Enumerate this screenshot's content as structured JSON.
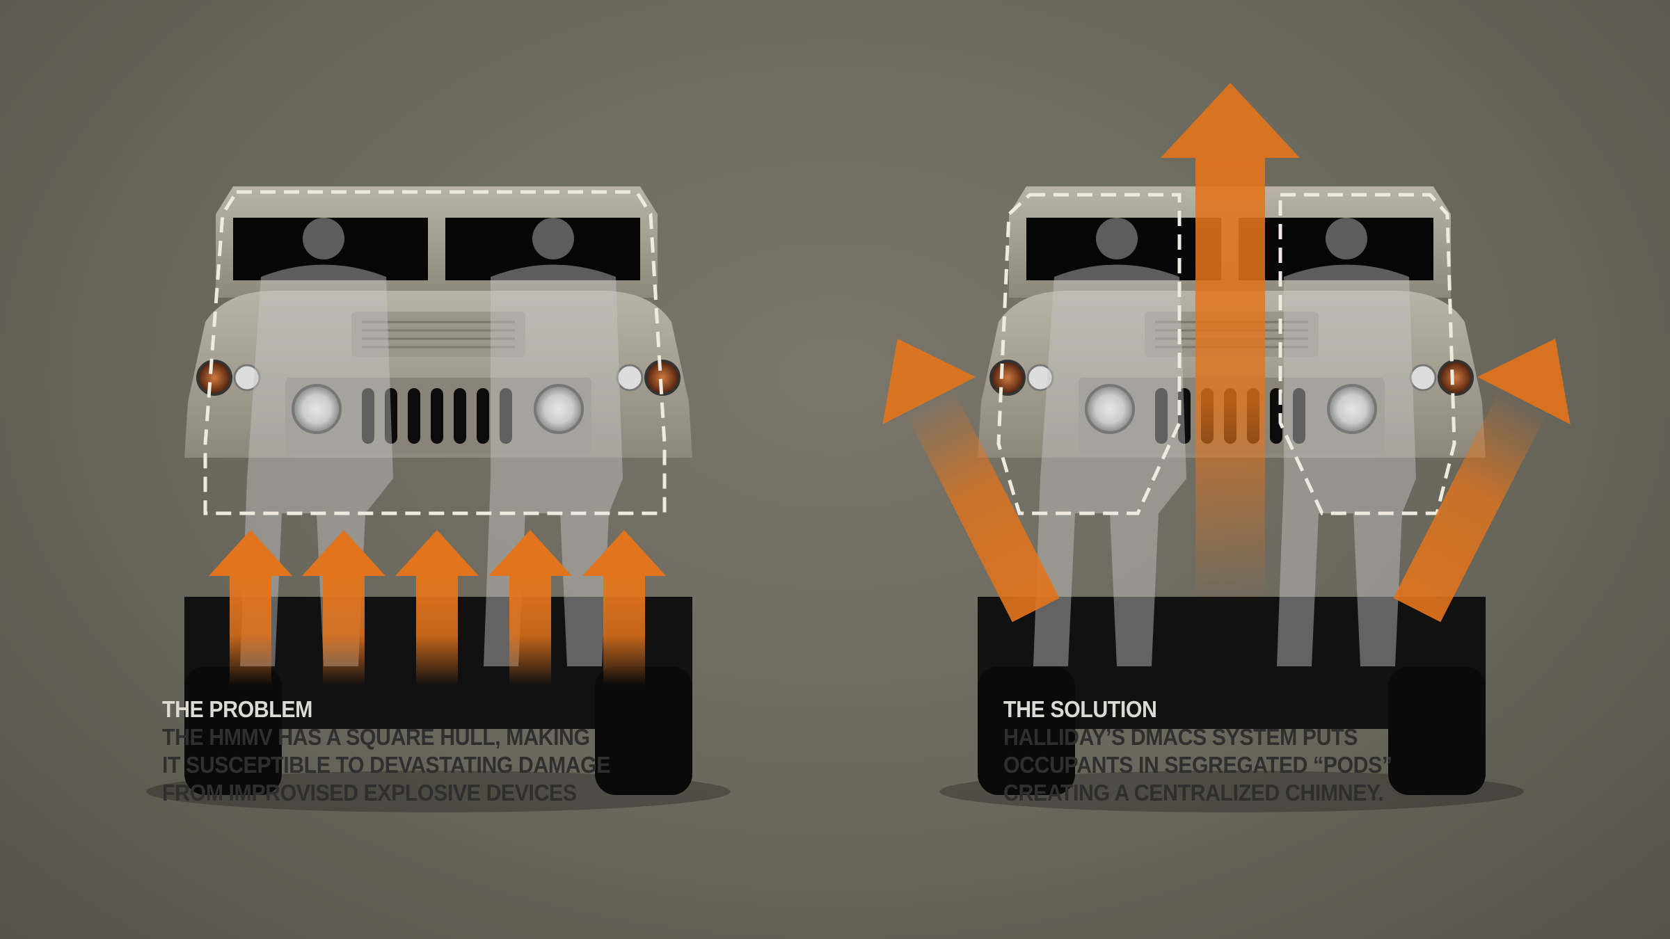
{
  "problem": {
    "heading": "THE PROBLEM",
    "lines": [
      "THE HMMV HAS A SQUARE HULL, MAKING",
      "IT SUSCEPTIBLE TO DEVASTATING DAMAGE",
      "FROM IMPROVISED EXPLOSIVE DEVICES"
    ]
  },
  "solution": {
    "heading": "THE SOLUTION",
    "lines": [
      "HALLIDAY’S DMACS SYSTEM PUTS",
      "OCCUPANTS IN SEGREGATED “PODS”",
      "CREATING A CENTRALIZED CHIMNEY."
    ]
  },
  "colors": {
    "arrow": "#e2741d",
    "background": "#6e6b60",
    "vehicle": "#a8a296",
    "text_dark": "#2f2f2f",
    "text_light": "#dcdad4"
  }
}
